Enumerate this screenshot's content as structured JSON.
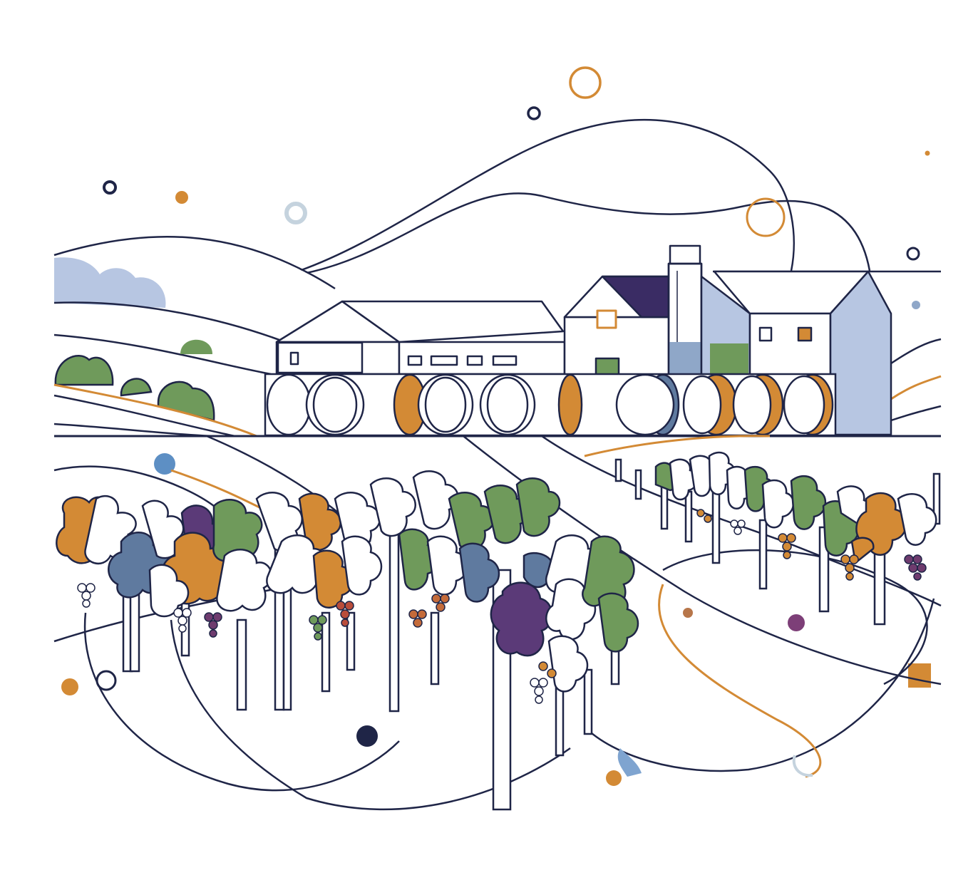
{
  "illustration": {
    "subject": "vineyard-winery-line-art",
    "palette": {
      "ink": "#1f2547",
      "orange": "#d38a35",
      "green": "#6f9a5b",
      "blue": "#9fb4d6",
      "slate": "#5f7a9f",
      "purple": "#5b3a78",
      "paper": "#ffffff"
    },
    "elements": {
      "hills": "rolling-hills",
      "buildings": [
        "barn",
        "winery-house",
        "chimney",
        "annex"
      ],
      "barrels": "barrel-row",
      "vines": [
        "left-vineyard",
        "right-vineyard"
      ],
      "decor": [
        "floating-circles",
        "wavy-lines"
      ]
    }
  }
}
